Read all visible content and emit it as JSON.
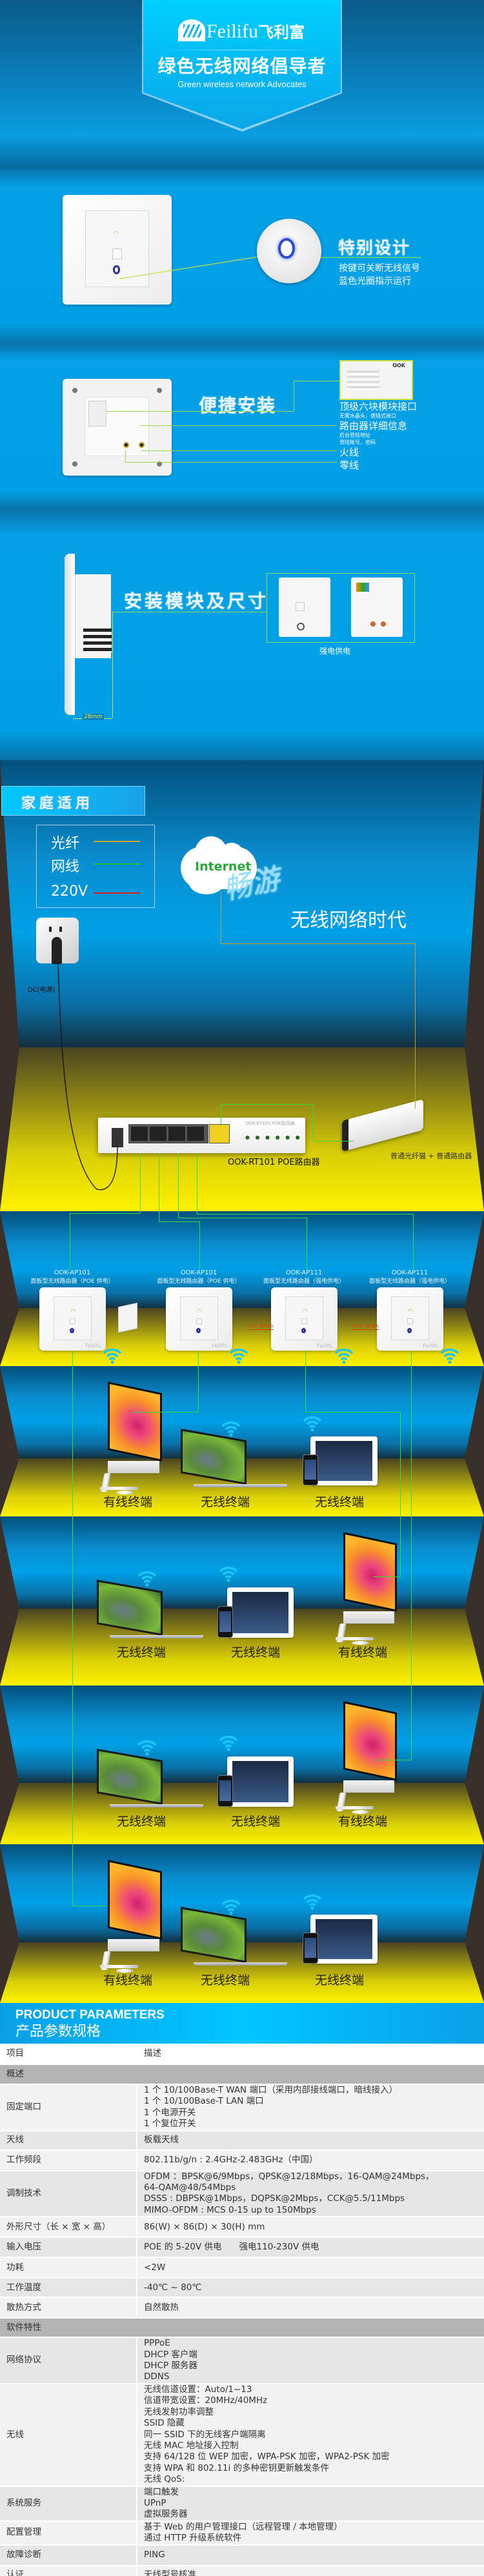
{
  "header": {
    "brand_en": "Feilifu",
    "brand_cn": "飞利富",
    "slogan": "绿色无线网络倡导者",
    "slogan_en": "Green wireless network Advocates"
  },
  "feature_button": {
    "title": "特别设计",
    "lines": [
      "按键可关断无线信号",
      "蓝色光圈指示运行"
    ]
  },
  "feature_install": {
    "title": "便捷安装",
    "inset_brand": "OOK",
    "callouts": [
      {
        "title": "顶级六块模块接口",
        "notes": [
          "无需水晶头，拔插式接口"
        ]
      },
      {
        "title": "路由器详细信息",
        "notes": [
          "后台登陆地址",
          "登陆账号、密码"
        ]
      },
      {
        "title": "火线",
        "notes": []
      },
      {
        "title": "零线",
        "notes": []
      }
    ]
  },
  "feature_module": {
    "title": "安装模块及尺寸",
    "dimension": "28mm",
    "caption": "强电供电"
  },
  "home": {
    "title": "家庭适用",
    "legend": [
      {
        "label": "光纤",
        "color": "#c9a227"
      },
      {
        "label": "网线",
        "color": "#22c040"
      },
      {
        "label": "220V",
        "color": "#d02020"
      }
    ],
    "dc_label": "DC(电源)",
    "cloud_label": "Internet",
    "tagline_script": "畅游",
    "tagline": "无线网络时代",
    "router_face_label": "OOK-RT101 POE路由器",
    "router_label": "OOK-RT101 POE路由器",
    "modem_label": "普通光纤猫 + 普通路由器"
  },
  "aps": [
    {
      "model": "OOK-AP101",
      "desc": "面板型无线路由器（POE 供电）"
    },
    {
      "model": "OOK-AP101",
      "desc": "面板型无线路由器（POE 供电）"
    },
    {
      "model": "OOK-AP111",
      "desc": "面板型无线路由器（强电供电）"
    },
    {
      "model": "OOK-AP111",
      "desc": "面板型无线路由器（强电供电）"
    }
  ],
  "ap_power_label": "220V 电压输入",
  "rooms": [
    {
      "labels": [
        "有线终端",
        "无线终端",
        "无线终端"
      ]
    },
    {
      "labels": [
        "无线终端",
        "无线终端",
        "有线终端"
      ]
    },
    {
      "labels": [
        "无线终端",
        "无线终端",
        "有线终端"
      ]
    },
    {
      "labels": [
        "有线终端",
        "无线终端",
        "无线终端"
      ]
    }
  ],
  "params": {
    "title_en": "PRODUCT PARAMETERS",
    "title_cn": "产品参数规格",
    "header": [
      "项目",
      "描述"
    ],
    "rows": [
      {
        "section": "概述"
      },
      {
        "name": "固定端口",
        "lines": [
          "1 个 10/100Base-T WAN 端口（采用内部接线端口，暗线接入）",
          "1 个 10/100Base-T LAN 端口",
          "1 个电源开关",
          "1 个复位开关"
        ]
      },
      {
        "name": "天线",
        "lines": [
          "板载天线"
        ]
      },
      {
        "name": "工作频段",
        "lines": [
          "802.11b/g/n : 2.4GHz-2.483GHz（中国）"
        ]
      },
      {
        "name": "调制技术",
        "lines": [
          "OFDM ：BPSK@6/9Mbps，QPSK@12/18Mbps，16-QAM@24Mbps，",
          "64-QAM@48/54Mbps",
          "DSSS : DBPSK@1Mbps，DQPSK@2Mbps，CCK@5.5/11Mbps",
          "MIMO-OFDM : MCS 0-15 up to 150Mbps"
        ]
      },
      {
        "name": "外形尺寸（长 × 宽 × 高）",
        "lines": [
          "86(W) × 86(D) × 30(H) mm"
        ]
      },
      {
        "name": "输入电压",
        "lines": [
          "POE 的 5-20V 供电　　强电110-230V 供电"
        ]
      },
      {
        "name": "功耗",
        "lines": [
          "<2W"
        ]
      },
      {
        "name": "工作温度",
        "lines": [
          "-40℃ ~ 80℃"
        ]
      },
      {
        "name": "散热方式",
        "lines": [
          "自然散热"
        ]
      },
      {
        "section": "软件特性"
      },
      {
        "name": "网络协议",
        "lines": [
          "PPPoE",
          "DHCP 客户端",
          "DHCP 服务器",
          "DDNS"
        ]
      },
      {
        "name": "无线",
        "lines": [
          "无线信道设置：Auto/1~13",
          "信道带宽设置：20MHz/40MHz",
          "无线发射功率调整",
          "SSID 隐藏",
          "同一 SSID 下的无线客户端隔离",
          "无线 MAC 地址接入控制",
          "支持 64/128 位 WEP 加密，WPA-PSK 加密，WPA2-PSK 加密",
          "支持 WPA 和 802.11i 的多种密钥更新触发条件",
          "无线 QoS:"
        ]
      },
      {
        "name": "系统服务",
        "lines": [
          "端口触发",
          "UPnP",
          "虚拟服务器"
        ]
      },
      {
        "name": "配置管理",
        "lines": [
          "基于 Web 的用户管理接口（远程管理 / 本地管理）",
          "通过 HTTP 升级系统软件"
        ]
      },
      {
        "name": "故障诊断",
        "lines": [
          "PING"
        ]
      },
      {
        "name": "认证",
        "lines": [
          "无线型号核准"
        ]
      }
    ]
  }
}
